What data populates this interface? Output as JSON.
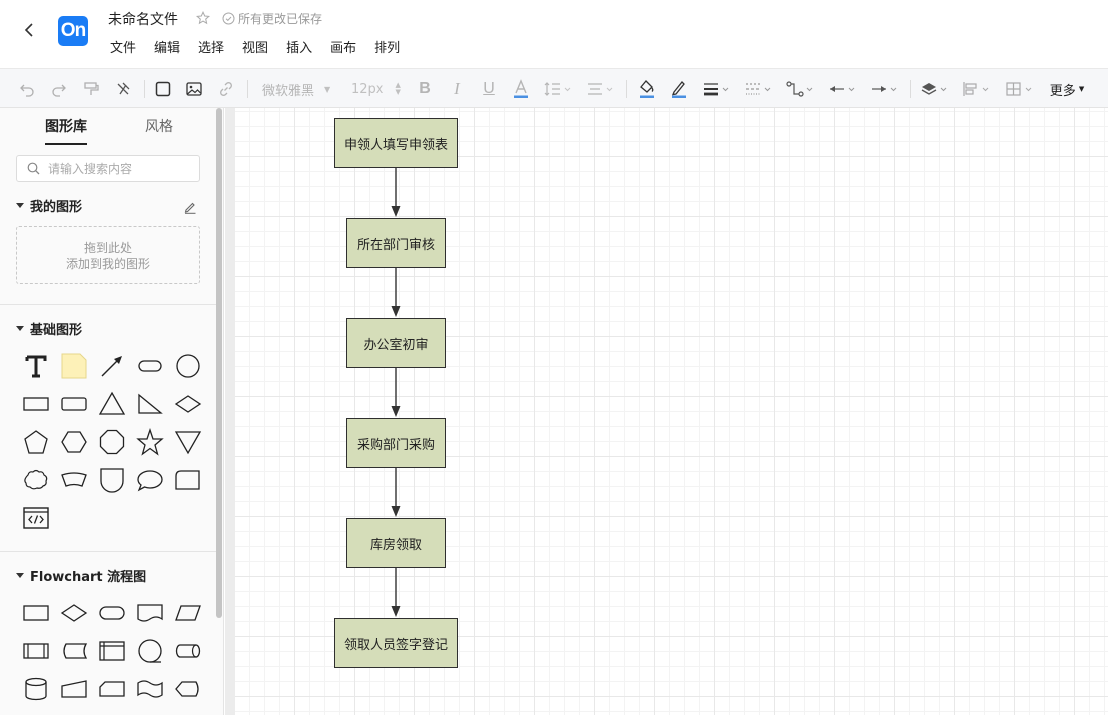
{
  "header": {
    "logo_text": "On",
    "file_title": "未命名文件",
    "save_status": "所有更改已保存",
    "menu": [
      "文件",
      "编辑",
      "选择",
      "视图",
      "插入",
      "画布",
      "排列"
    ]
  },
  "toolbar": {
    "font_family": "微软雅黑",
    "font_size": "12px",
    "more_label": "更多",
    "accent_underline": "#4a90e2"
  },
  "sidebar": {
    "tabs": [
      "图形库",
      "风格"
    ],
    "search_placeholder": "请输入搜索内容",
    "my_shapes": {
      "title": "我的图形",
      "drop_hint_line1": "拖到此处",
      "drop_hint_line2": "添加到我的图形"
    },
    "basic_shapes": {
      "title": "基础图形"
    },
    "flowchart": {
      "title": "Flowchart 流程图"
    }
  },
  "diagram": {
    "fill_color": "#d5ddb9",
    "nodes": [
      "申领人填写申领表",
      "所在部门审核",
      "办公室初审",
      "采购部门采购",
      "库房领取",
      "领取人员签字登记"
    ]
  }
}
